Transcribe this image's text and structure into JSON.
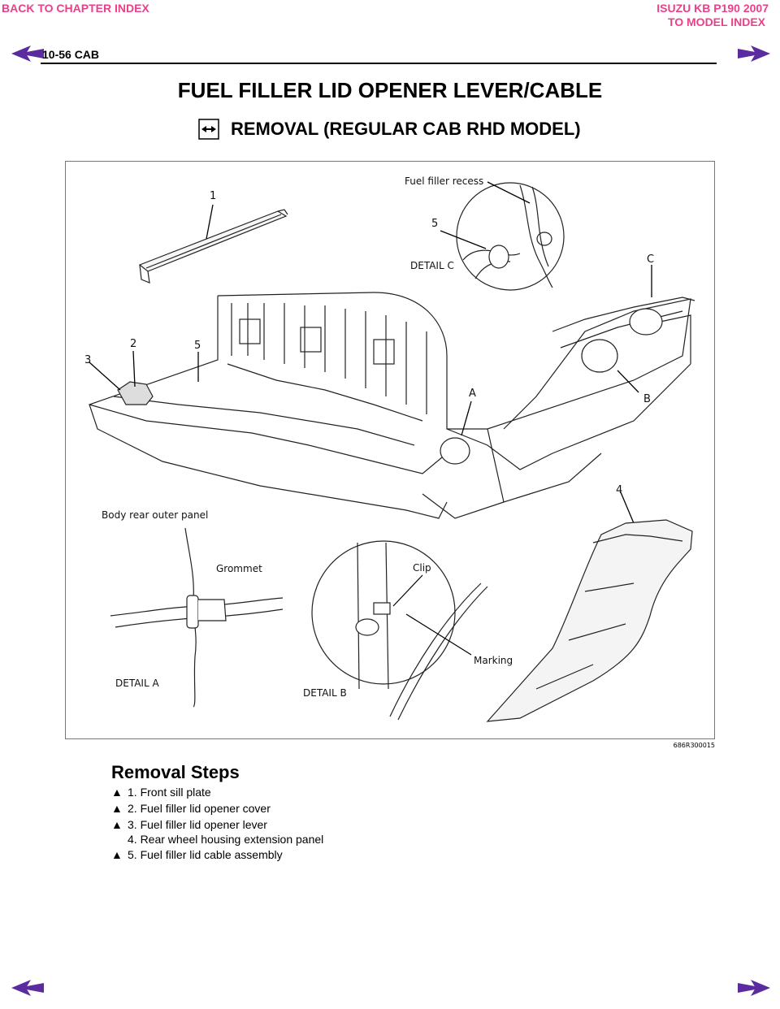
{
  "header": {
    "back_link": "BACK TO CHAPTER INDEX",
    "model_title": "ISUZU KB P190 2007",
    "model_link": "TO MODEL INDEX",
    "page_ref": "10-56  CAB"
  },
  "title": "FUEL FILLER LID OPENER LEVER/CABLE",
  "subtitle": "REMOVAL (REGULAR CAB RHD MODEL)",
  "figure": {
    "labels": {
      "n1": "1",
      "n2": "2",
      "n3": "3",
      "n4": "4",
      "n5a": "5",
      "n5b": "5",
      "fuel_filler_recess": "Fuel filler recess",
      "detail_c": "DETAIL C",
      "c": "C",
      "a": "A",
      "b": "B",
      "body_rear_outer_panel": "Body rear outer panel",
      "grommet": "Grommet",
      "detail_a": "DETAIL A",
      "clip": "Clip",
      "marking": "Marking",
      "detail_b": "DETAIL B"
    },
    "code": "686R300015"
  },
  "steps_title": "Removal Steps",
  "steps": [
    {
      "marker": "▲",
      "text": "1. Front sill plate"
    },
    {
      "marker": "▲",
      "text": "2. Fuel filler lid opener cover"
    },
    {
      "marker": "▲",
      "text": "3. Fuel filler lid opener lever"
    },
    {
      "marker": "",
      "text": "4. Rear wheel housing extension panel"
    },
    {
      "marker": "▲",
      "text": "5. Fuel filler lid cable assembly"
    }
  ],
  "colors": {
    "link": "#e8418a",
    "nav_arrow": "#5a2ca0"
  }
}
